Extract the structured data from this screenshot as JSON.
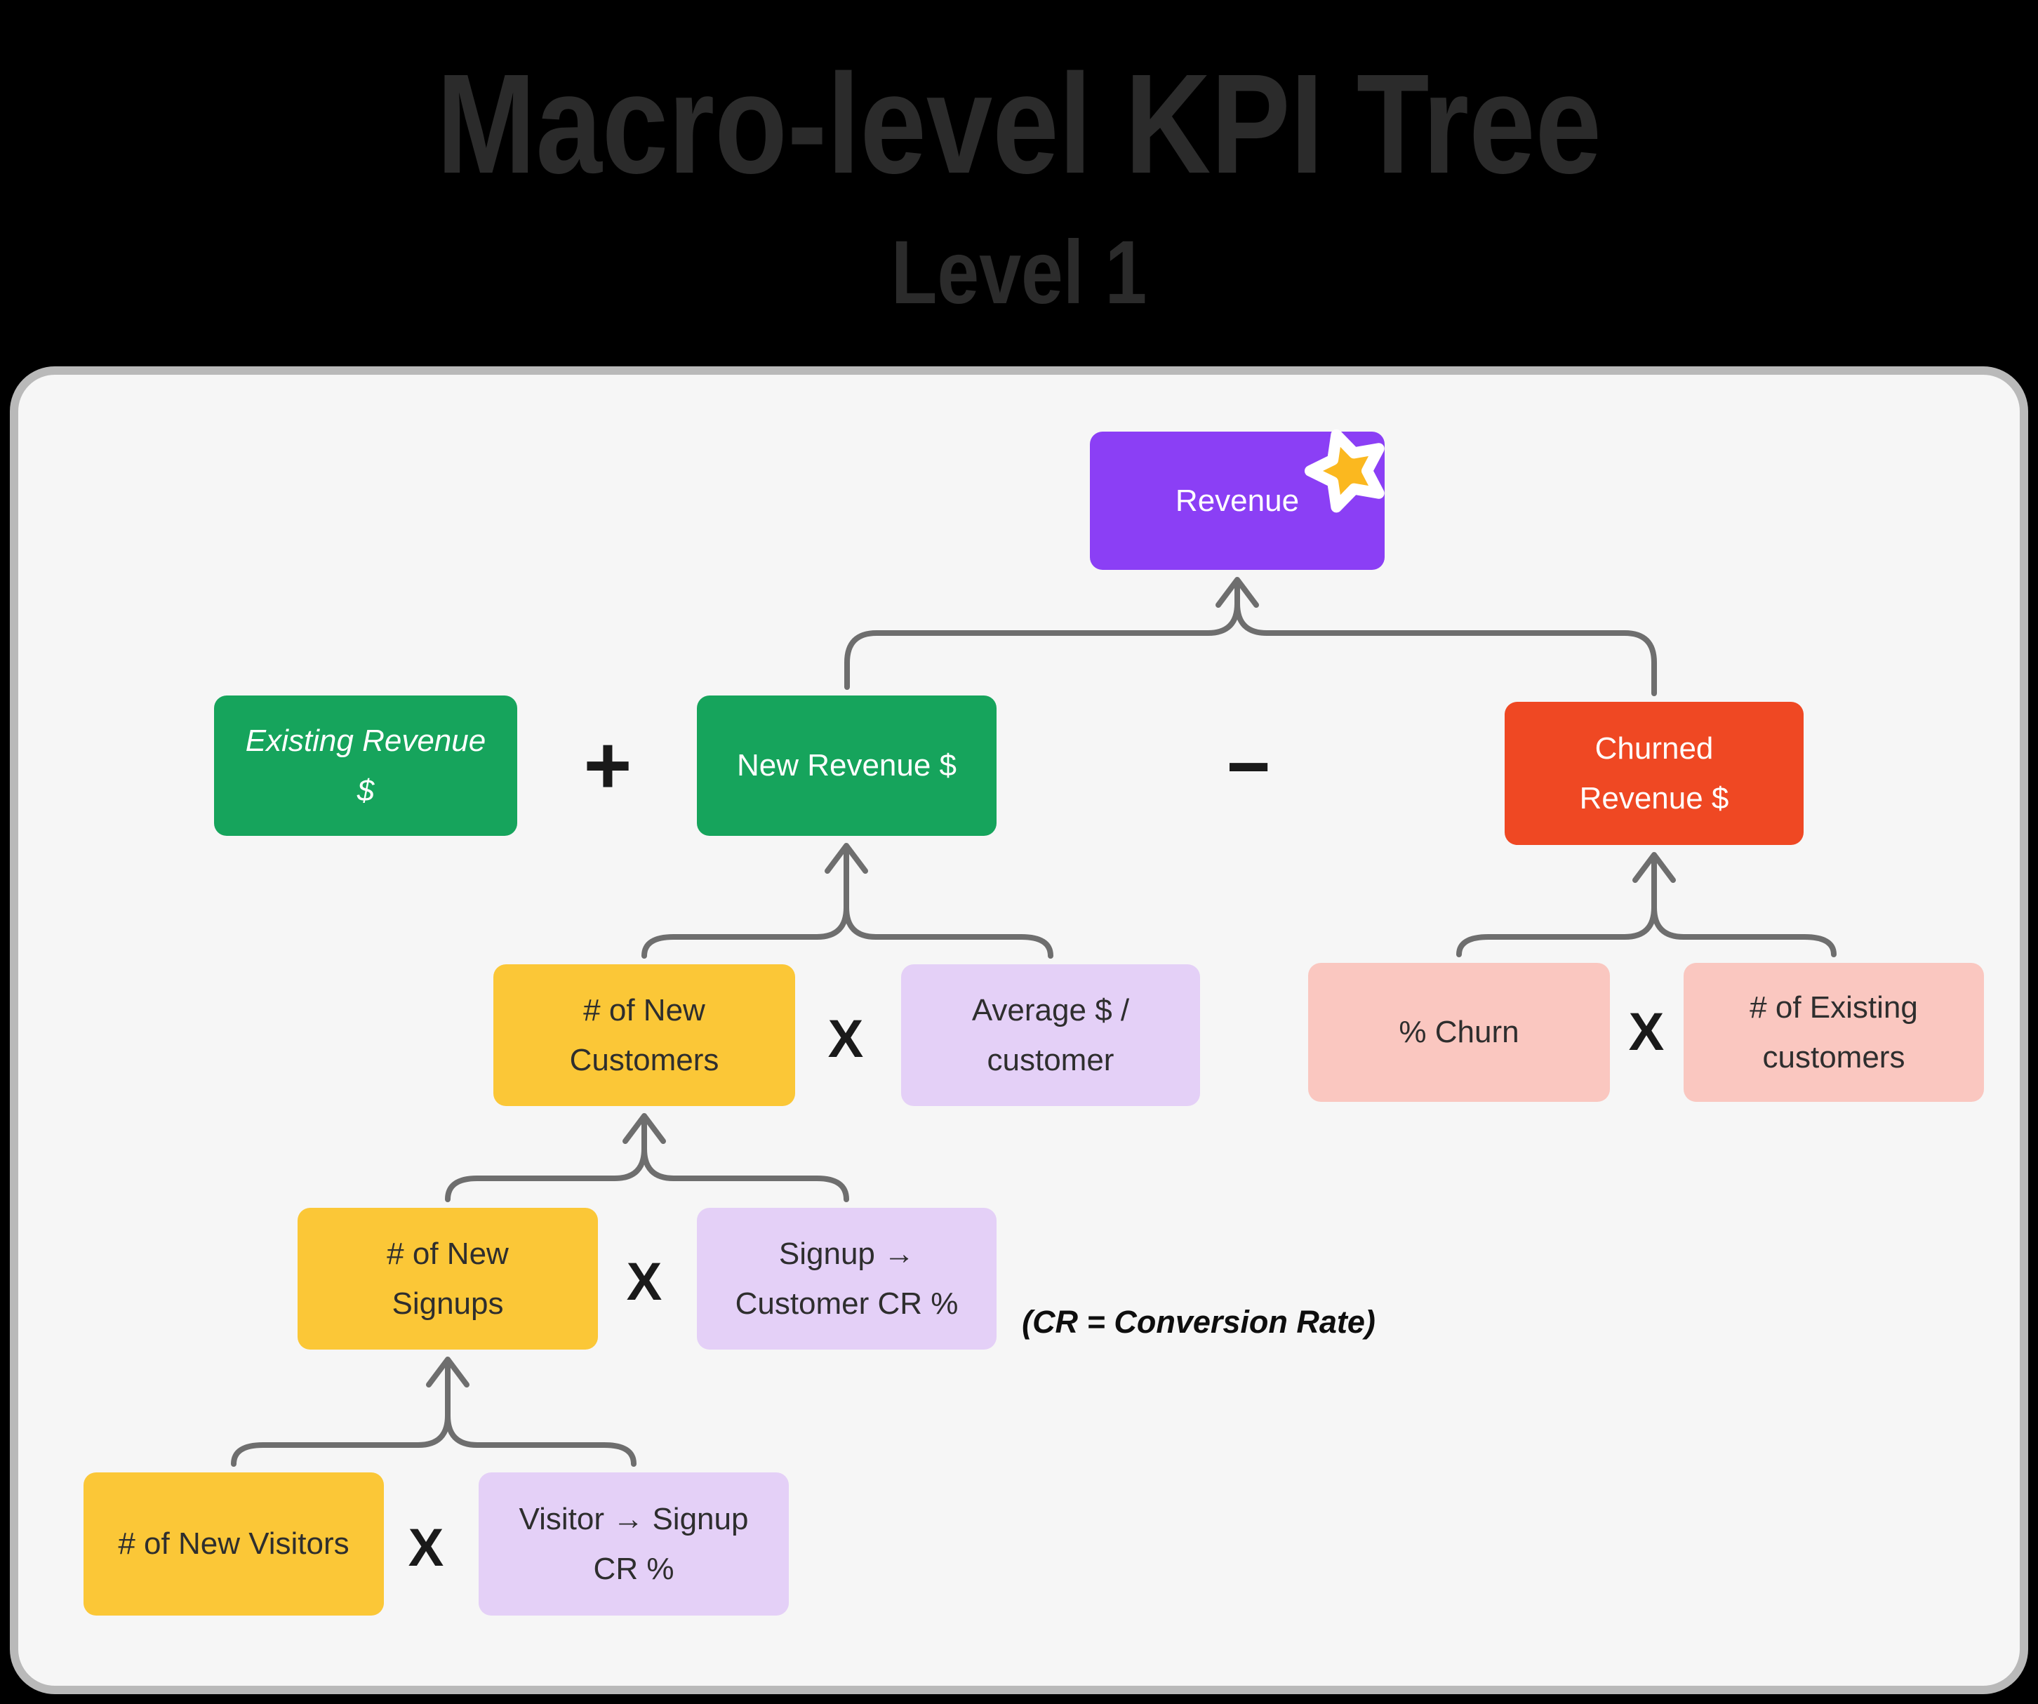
{
  "title": "Macro-level KPI Tree",
  "subtitle": "Level 1",
  "note": "(CR = Conversion Rate)",
  "operators": {
    "plus": "+",
    "minus": "−",
    "multiply": "X"
  },
  "nodes": {
    "revenue": {
      "label": "Revenue"
    },
    "existing_revenue": {
      "line1": "Existing Revenue",
      "line2": "$"
    },
    "new_revenue": {
      "label": "New Revenue $"
    },
    "churned_revenue": {
      "line1": "Churned",
      "line2": "Revenue $"
    },
    "new_customers": {
      "line1": "# of New",
      "line2": "Customers"
    },
    "avg_per_customer": {
      "line1": "Average $ /",
      "line2": "customer"
    },
    "churn_rate": {
      "label": "% Churn"
    },
    "existing_customers": {
      "line1": "# of Existing",
      "line2": "customers"
    },
    "new_signups": {
      "line1": "# of New",
      "line2": "Signups"
    },
    "signup_customer_cr": {
      "line1": "Signup →",
      "line2": "Customer CR %"
    },
    "new_visitors": {
      "label": "# of New Visitors"
    },
    "visitor_signup_cr": {
      "line1": "Visitor → Signup",
      "line2": "CR %"
    }
  },
  "colors": {
    "background": "#000000",
    "card": "#F6F6F6",
    "card_border": "#B9B9B9",
    "title_text": "#2B2B2B",
    "purple": "#8B3FF5",
    "green": "#16A45C",
    "red": "#EF4823",
    "yellow": "#FBC737",
    "lavender": "#E4D0F7",
    "pink": "#FAC7C0",
    "connector": "#6E6E6E",
    "star": "#FBB81F"
  }
}
